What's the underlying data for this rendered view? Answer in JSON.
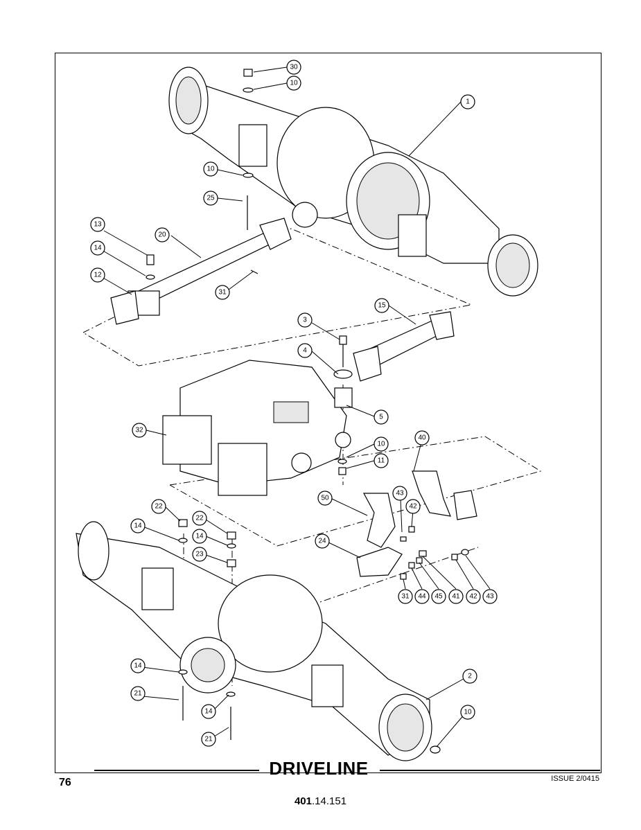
{
  "footer": {
    "title": "DRIVELINE",
    "page_number": "76",
    "issue": "ISSUE 2/0415",
    "doc_number_bold": "401",
    "doc_number_rest": ".14.151"
  },
  "callouts": [
    "30",
    "10",
    "1",
    "10",
    "25",
    "13",
    "20",
    "14",
    "12",
    "31",
    "3",
    "15",
    "4",
    "5",
    "32",
    "10",
    "11",
    "40",
    "50",
    "43",
    "42",
    "22",
    "22",
    "14",
    "14",
    "23",
    "24",
    "31",
    "44",
    "45",
    "41",
    "42",
    "43",
    "14",
    "2",
    "21",
    "14",
    "10",
    "21"
  ]
}
